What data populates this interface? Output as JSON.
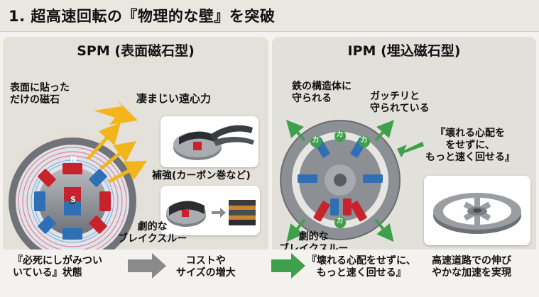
{
  "title": "1. 超高速回転の『物理的な壁』を突破",
  "spm": {
    "heading": "SPM (表面磁石型)",
    "label_surface": [
      "表面に貼った",
      "だけの磁石"
    ],
    "label_centrifugal": "凄まじい遠心力",
    "label_reinforce": "補強(カーボン巻など)",
    "label_breakthrough": [
      "劇的な",
      "ブレイクスルー"
    ],
    "pole_n": "N",
    "pole_s": "S"
  },
  "ipm": {
    "heading": "IPM (埋込磁石型)",
    "label_iron": [
      "鉄の構造体に",
      "守られる"
    ],
    "label_secure": [
      "ガッチリと",
      "守られている"
    ],
    "label_quote": [
      "『壊れる心配を",
      "をせずに、",
      "もっと速く回せる』"
    ],
    "label_breakthrough": [
      "劇的な",
      "ブレイクスルー"
    ],
    "force_mark": "力"
  },
  "bottom": {
    "state": [
      "『必死にしがみつい",
      "いている』状態"
    ],
    "cost": [
      "コストや",
      "サイズの増大"
    ],
    "ipm_result": [
      "『壊れる心配をせずに、",
      "もっと速く回せる』"
    ],
    "highway": [
      "高速道路での伸び",
      "やかな加速を実現"
    ]
  },
  "colors": {
    "magnet_red": "#c8232c",
    "magnet_blue": "#2f6fb6",
    "arrow_yellow": "#f2b51c",
    "arrow_green": "#3fa04b",
    "steel": "#8c8f93"
  }
}
